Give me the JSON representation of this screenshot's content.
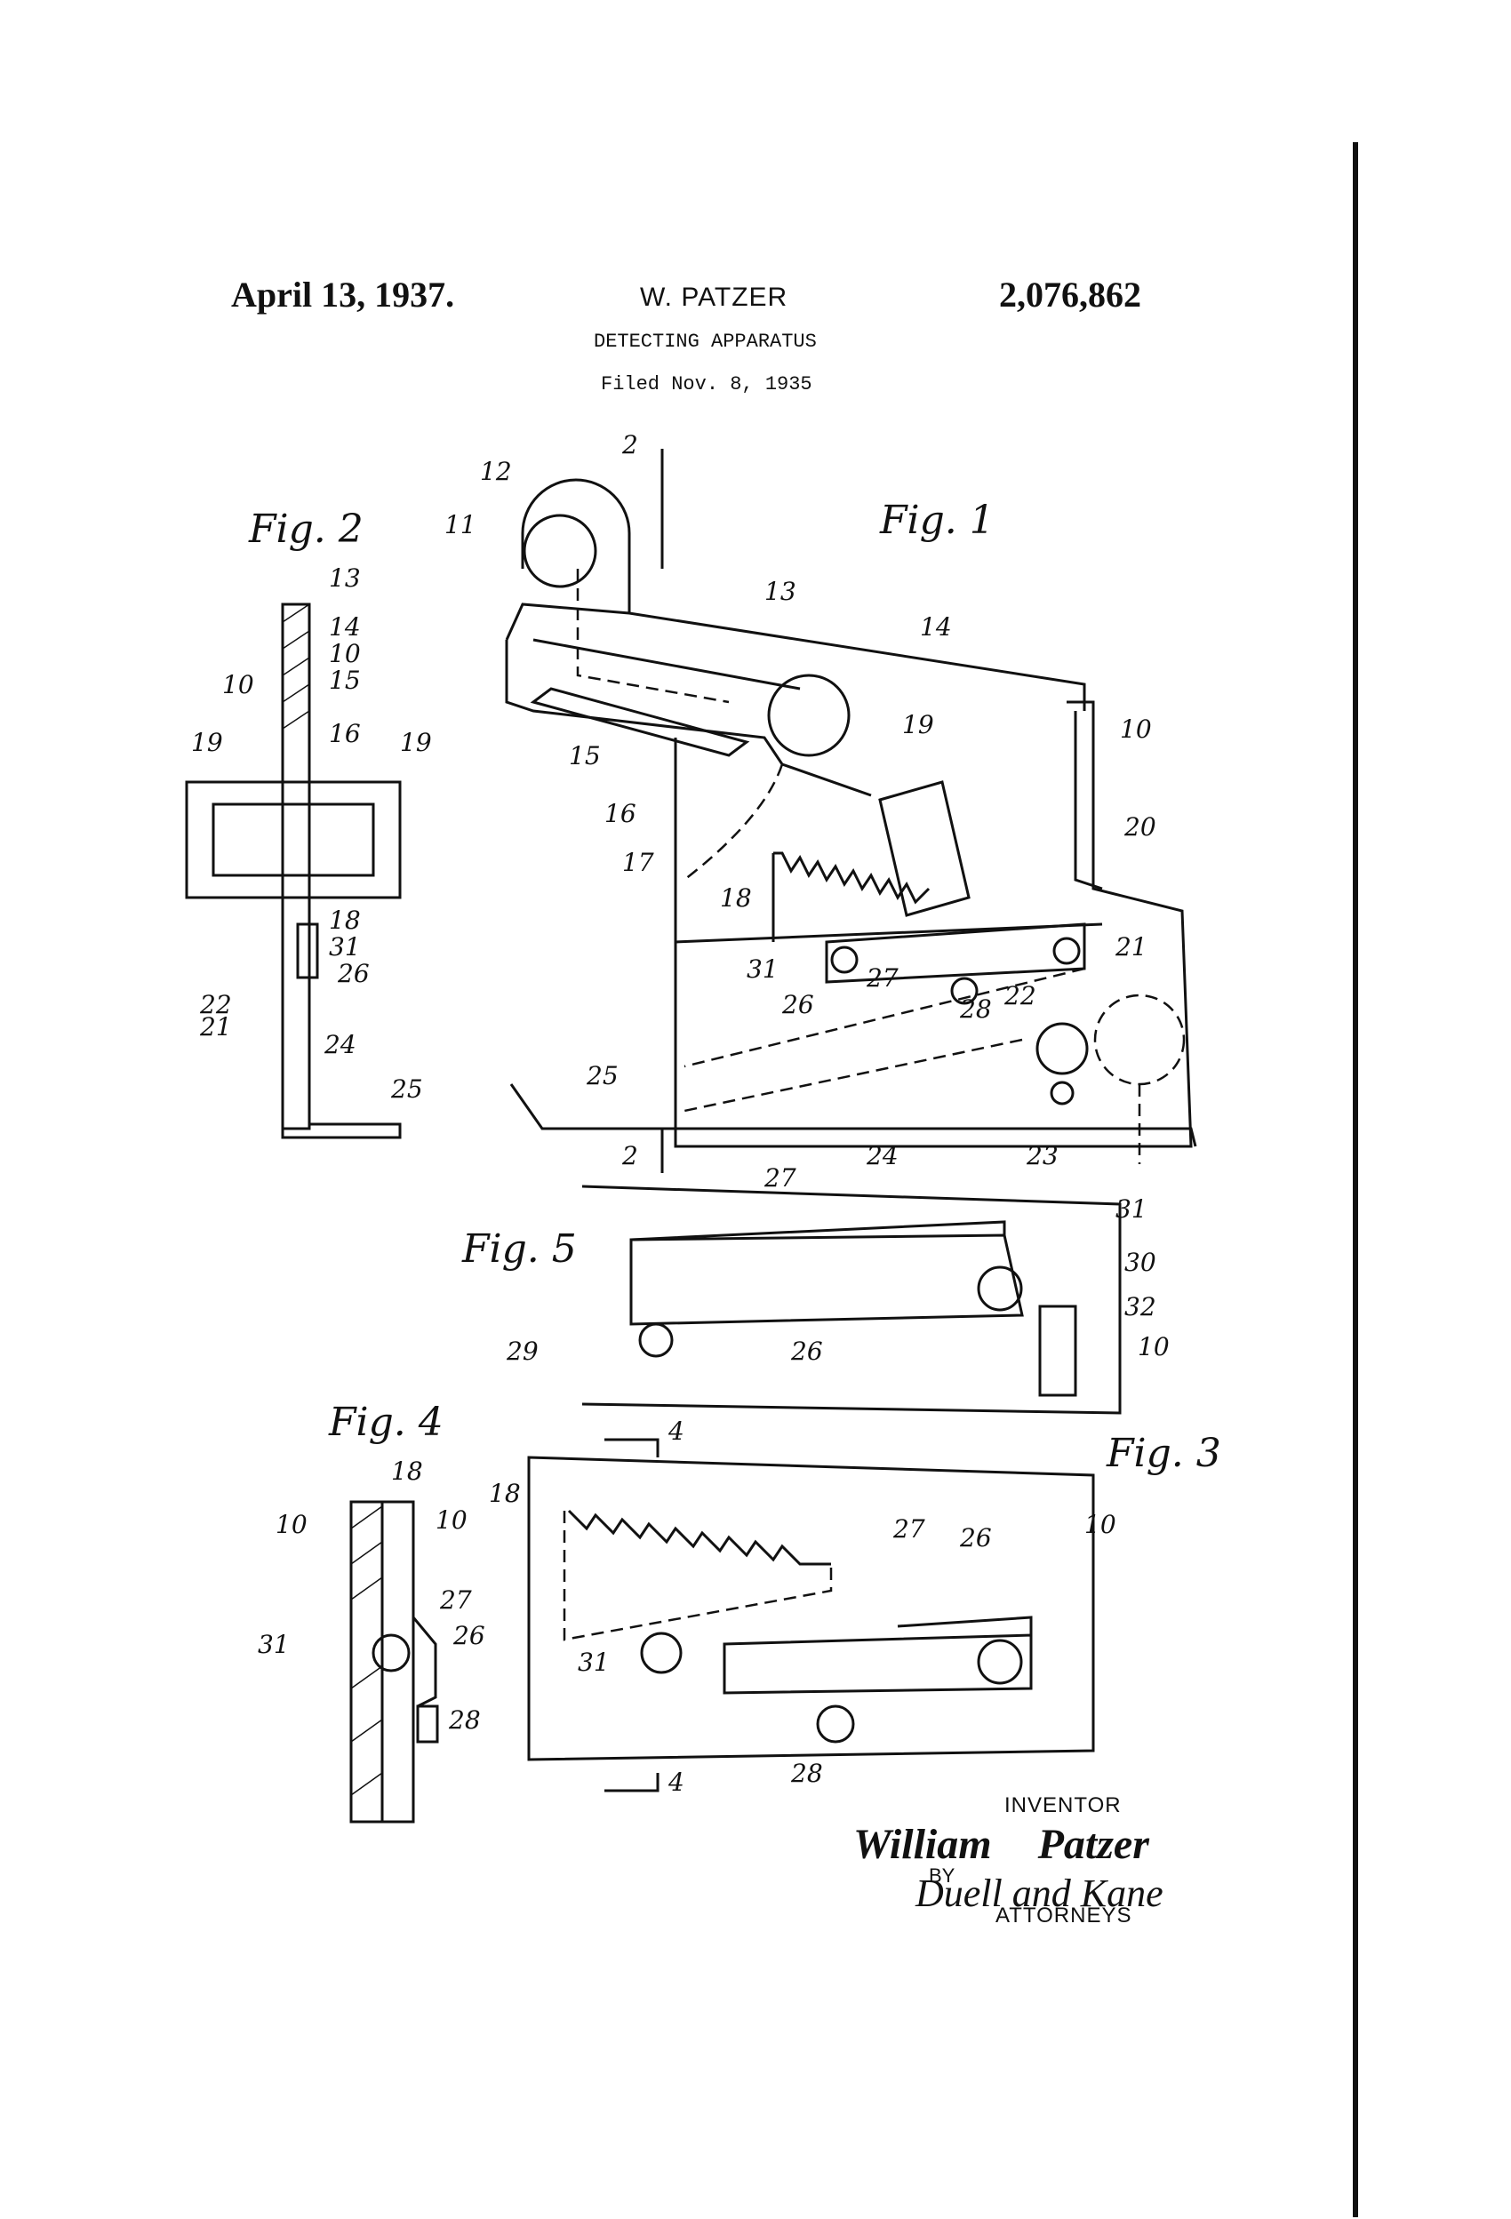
{
  "header": {
    "date": "April 13, 1937.",
    "inventor_name": "W. PATZER",
    "patent_number": "2,076,862",
    "title": "DETECTING APPARATUS",
    "filed": "Filed Nov. 8, 1935"
  },
  "figures": {
    "fig1": "Fig. 1",
    "fig2": "Fig. 2",
    "fig3": "Fig. 3",
    "fig4": "Fig. 4",
    "fig5": "Fig. 5"
  },
  "section_marks": {
    "s2": "2",
    "s4": "4"
  },
  "reference_numerals": [
    "10",
    "11",
    "12",
    "13",
    "14",
    "15",
    "16",
    "17",
    "18",
    "19",
    "20",
    "21",
    "22",
    "23",
    "24",
    "25",
    "26",
    "27",
    "28",
    "29",
    "30",
    "31",
    "32"
  ],
  "signature": {
    "inventor_label": "INVENTOR",
    "inventor_signature": "William Patzer",
    "by_label": "BY",
    "attorneys_signature": "Duell and Kane",
    "attorneys_label": "ATTORNEYS"
  }
}
